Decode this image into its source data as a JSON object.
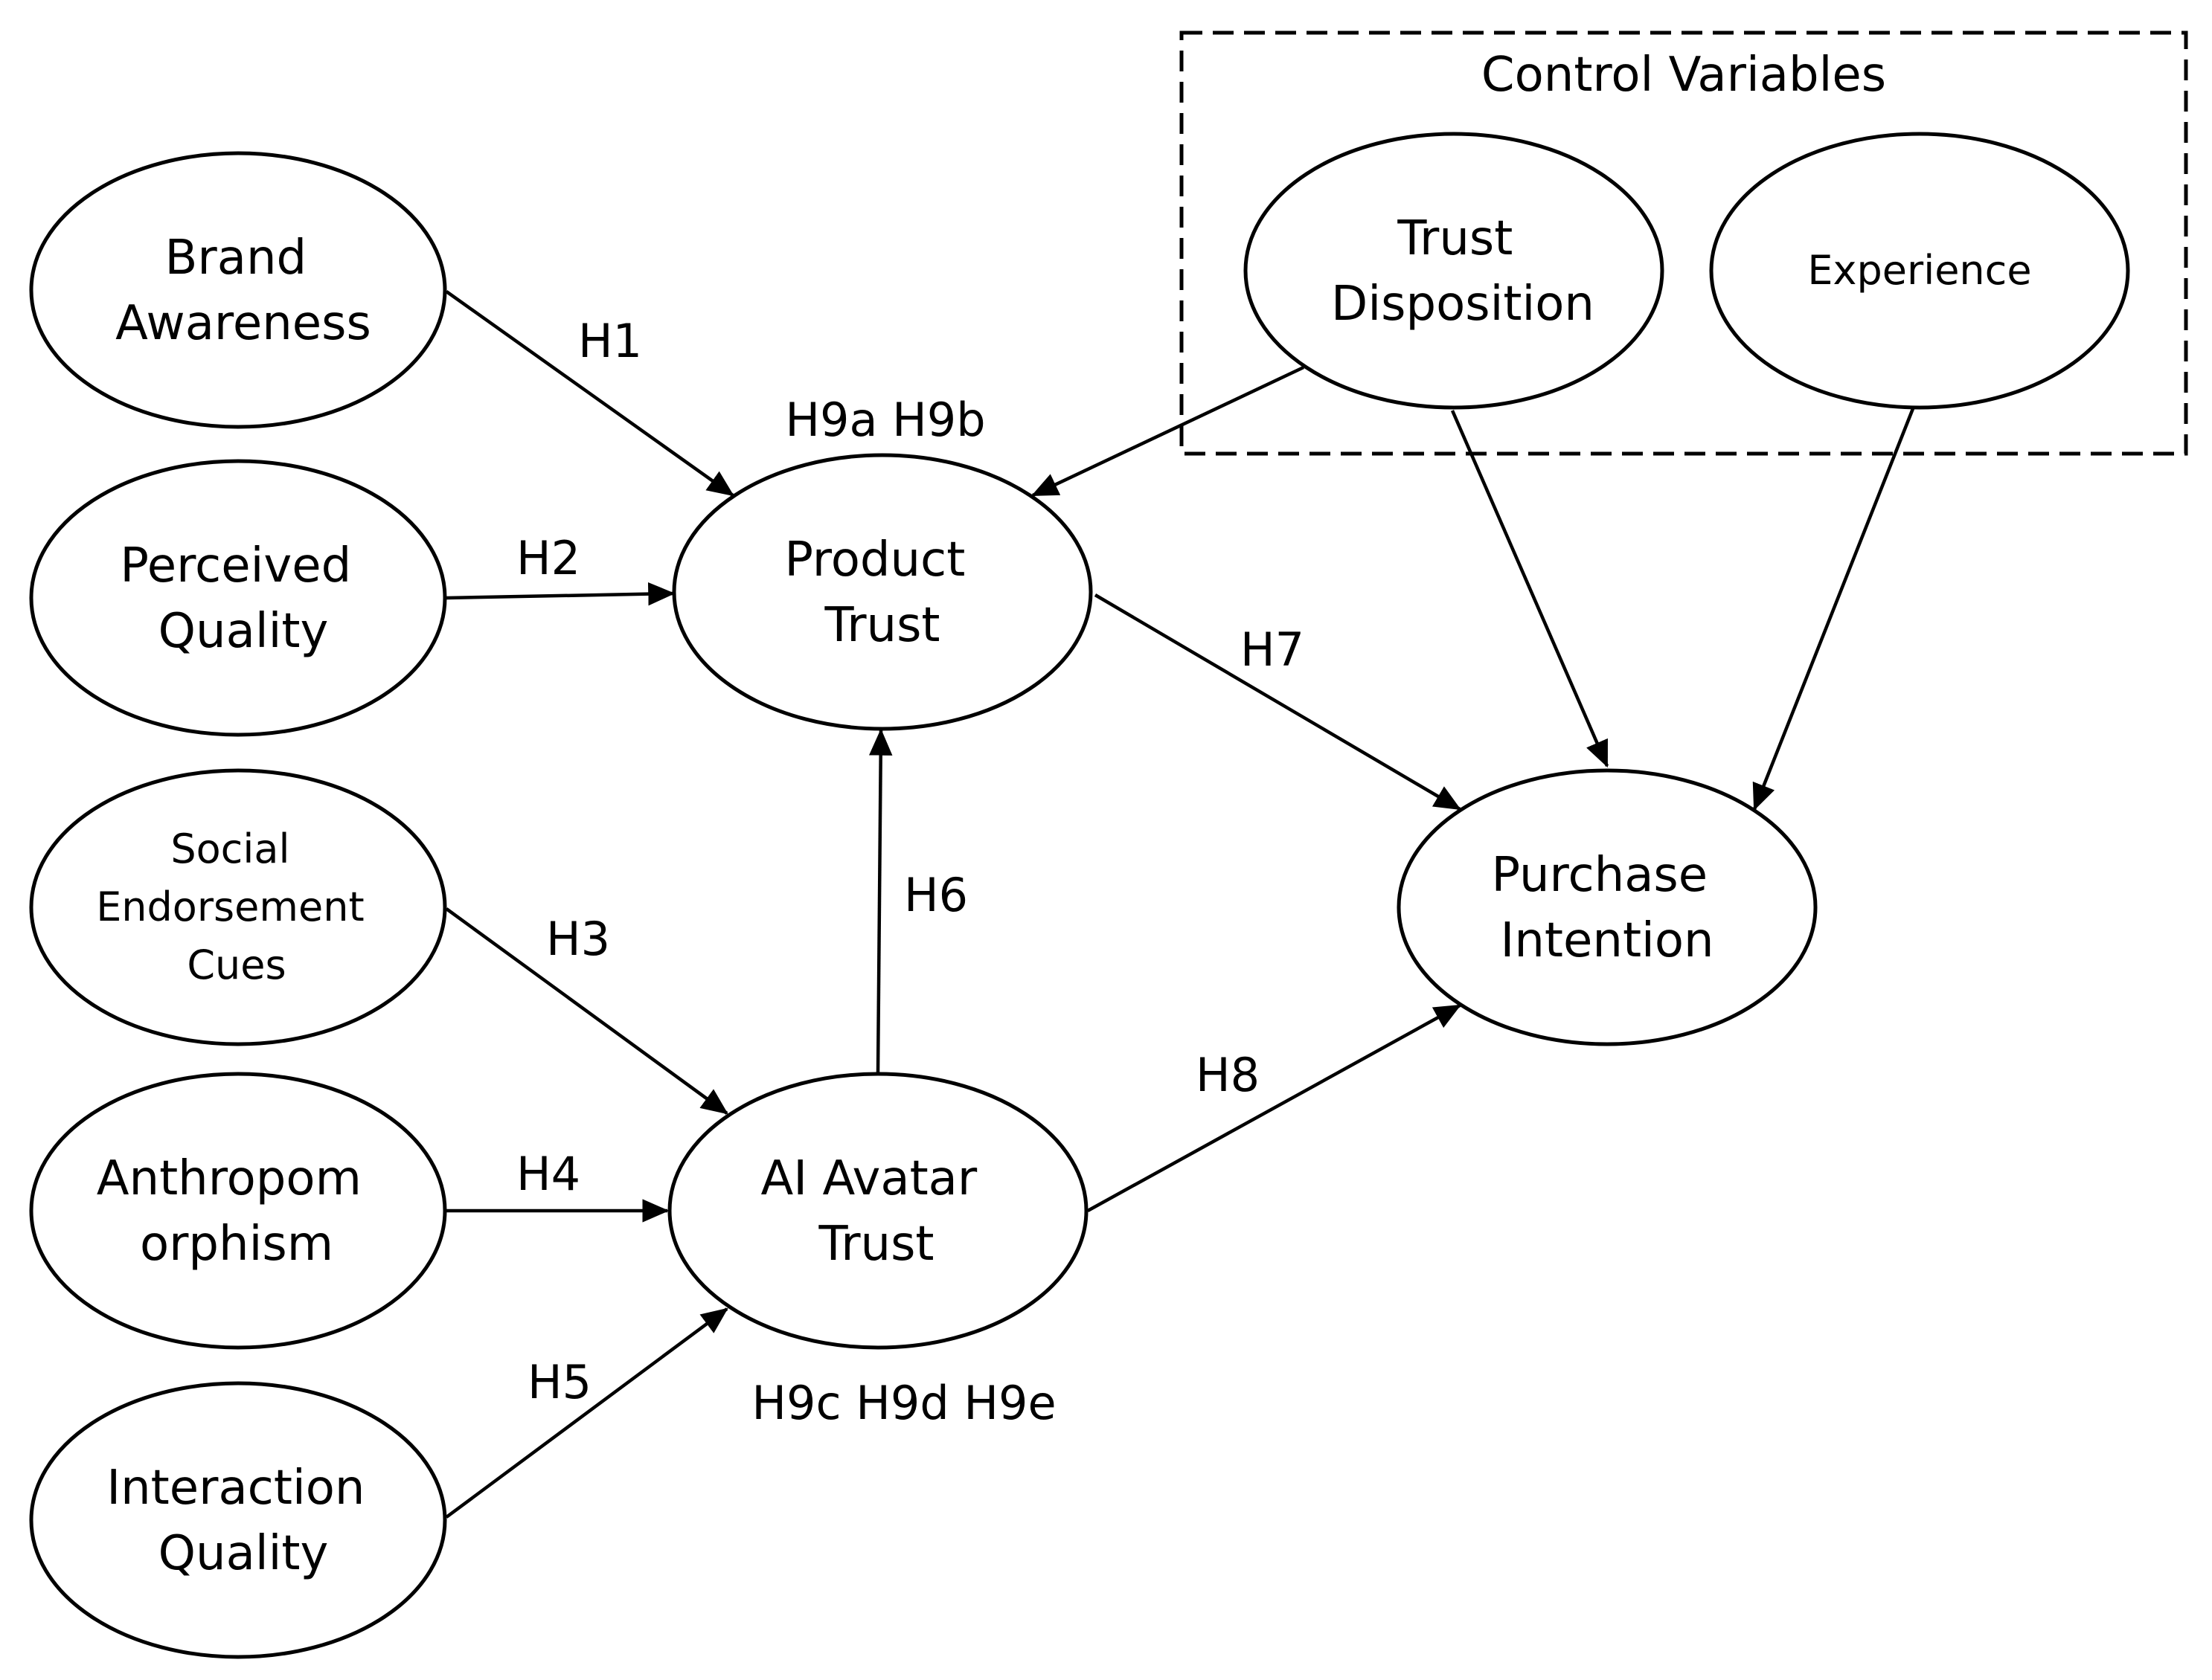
{
  "control_box": {
    "title": "Control Variables"
  },
  "nodes": {
    "brand_awareness": {
      "lines": [
        "Brand",
        "Awareness"
      ]
    },
    "perceived_quality": {
      "lines": [
        "Perceived",
        "Quality"
      ]
    },
    "social_endorsement": {
      "lines": [
        "Social",
        "Endorsement",
        "Cues"
      ]
    },
    "anthropomorphism": {
      "lines": [
        "Anthropom",
        "orphism"
      ]
    },
    "interaction_quality": {
      "lines": [
        "Interaction",
        "Quality"
      ]
    },
    "product_trust": {
      "lines": [
        "Product",
        "Trust"
      ]
    },
    "ai_avatar_trust": {
      "lines": [
        "AI Avatar",
        "Trust"
      ]
    },
    "purchase_intention": {
      "lines": [
        "Purchase",
        "Intention"
      ]
    },
    "trust_disposition": {
      "lines": [
        "Trust",
        "Disposition"
      ]
    },
    "experience": {
      "lines": [
        "Experience"
      ]
    }
  },
  "edges": [
    {
      "from": "brand_awareness",
      "to": "product_trust",
      "label": "H1"
    },
    {
      "from": "perceived_quality",
      "to": "product_trust",
      "label": "H2"
    },
    {
      "from": "social_endorsement",
      "to": "ai_avatar_trust",
      "label": "H3"
    },
    {
      "from": "anthropomorphism",
      "to": "ai_avatar_trust",
      "label": "H4"
    },
    {
      "from": "interaction_quality",
      "to": "ai_avatar_trust",
      "label": "H5"
    },
    {
      "from": "ai_avatar_trust",
      "to": "product_trust",
      "label": "H6"
    },
    {
      "from": "product_trust",
      "to": "purchase_intention",
      "label": "H7"
    },
    {
      "from": "ai_avatar_trust",
      "to": "purchase_intention",
      "label": "H8"
    },
    {
      "from": "trust_disposition",
      "to": "product_trust",
      "label": ""
    },
    {
      "from": "trust_disposition",
      "to": "purchase_intention",
      "label": ""
    },
    {
      "from": "experience",
      "to": "purchase_intention",
      "label": ""
    }
  ],
  "mediation_labels": {
    "product_trust": "H9a H9b",
    "ai_avatar_trust": "H9c H9d H9e"
  }
}
